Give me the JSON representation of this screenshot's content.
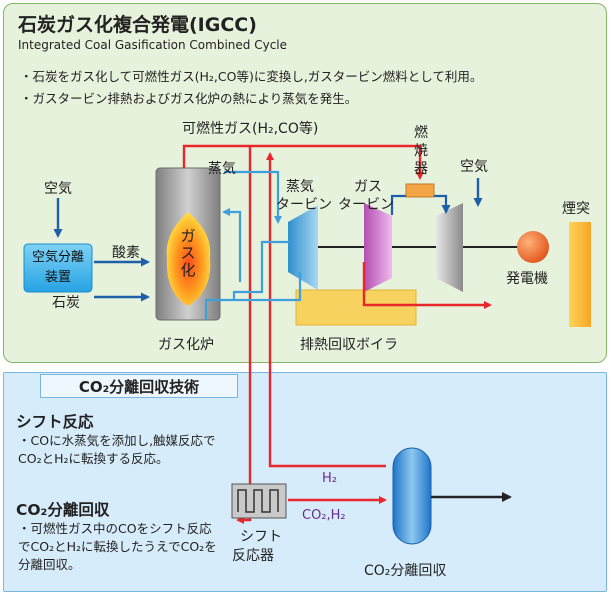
{
  "title": "石炭ガス化複合発電(IGCC)",
  "subtitle": "Integrated Coal Gasification Combined Cycle",
  "bullets": [
    "・石炭をガス化して可燃性ガス(H₂,CO等)に変換し,ガスタービン燃料として利用。",
    "・ガスタービン排熱およびガス化炉の熱により蒸気を発生。"
  ],
  "labels": {
    "fuel_gas": "可燃性ガス(H₂,CO等)",
    "air_left": "空気",
    "asu_line1": "空気分離",
    "asu_line2": "装置",
    "oxygen": "酸素",
    "coal": "石炭",
    "gasifier_text": "ガス化",
    "gasifier": "ガス化炉",
    "steam": "蒸気",
    "steam_turbine_1": "蒸気",
    "steam_turbine_2": "タービン",
    "gas_turbine_1": "ガス",
    "gas_turbine_2": "タービン",
    "combustor": "燃焼器",
    "air_right": "空気",
    "stack": "煙突",
    "generator": "発電機",
    "hrsg": "排熱回収ボイラ"
  },
  "co2": {
    "tab": "CO₂分離回収技術",
    "shift_heading": "シフト反応",
    "shift_body": "・COに水蒸気を添加し,触媒反応でCO₂とH₂に転換する反応。",
    "sep_heading": "CO₂分離回収",
    "sep_body": "・可燃性ガス中のCOをシフト反応でCO₂とH₂に転換したうえでCO₂を分離回収。",
    "shift_reactor_1": "シフト",
    "shift_reactor_2": "反応器",
    "h2": "H₂",
    "co2_h2": "CO₂,H₂",
    "separator": "CO₂分離回収"
  },
  "colors": {
    "red_flow": "#e8262b",
    "blue_flow": "#3d9fdc",
    "dark_blue_flow": "#1f5ea8",
    "panel_green": "#e6f2dc",
    "panel_blue": "#d7ecfa"
  }
}
